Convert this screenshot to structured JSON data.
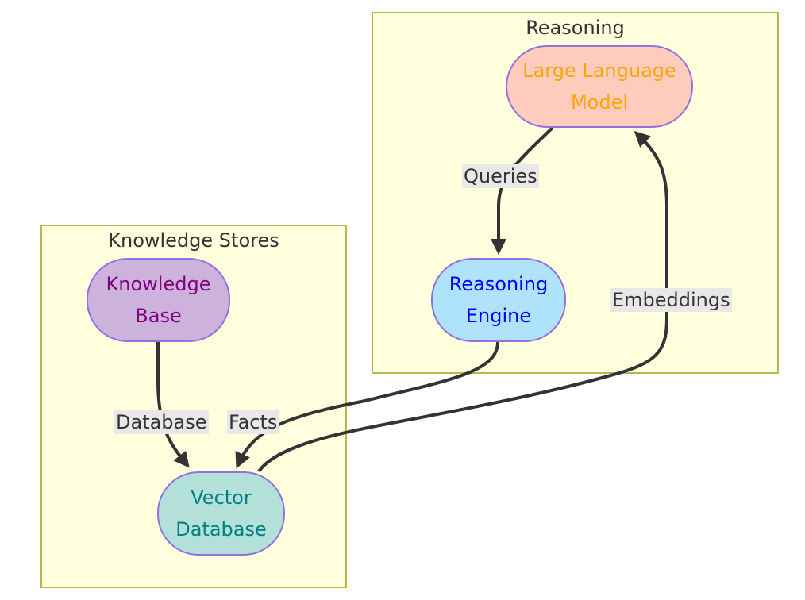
{
  "clusters": {
    "reasoning": {
      "title": "Reasoning"
    },
    "knowledge_stores": {
      "title": "Knowledge Stores"
    }
  },
  "nodes": {
    "llm": {
      "lines": [
        "Large Language",
        "Model"
      ],
      "fill": "#ffcbbd",
      "text_color": "#ffa500"
    },
    "reasoning_engine": {
      "lines": [
        "Reasoning",
        "Engine"
      ],
      "fill": "#aee3fb",
      "text_color": "#0000ff"
    },
    "knowledge_base": {
      "lines": [
        "Knowledge",
        "Base"
      ],
      "fill": "#cdb2dc",
      "text_color": "#800080"
    },
    "vector_database": {
      "lines": [
        "Vector",
        "Database"
      ],
      "fill": "#b3e1da",
      "text_color": "#008080"
    }
  },
  "edges": {
    "queries": {
      "label": "Queries",
      "from": "Large Language Model",
      "to": "Reasoning Engine"
    },
    "facts": {
      "label": "Facts",
      "from": "Reasoning Engine",
      "to": "Vector Database"
    },
    "embeddings": {
      "label": "Embeddings",
      "from": "Vector Database",
      "to": "Large Language Model"
    },
    "database": {
      "label": "Database",
      "from": "Knowledge Base",
      "to": "Vector Database"
    }
  },
  "colors": {
    "cluster_fill": "#ffffde",
    "cluster_border": "#b5b84a",
    "node_border": "#9370db",
    "edge": "#333333",
    "edge_label_bg": "#e8e8e8"
  }
}
